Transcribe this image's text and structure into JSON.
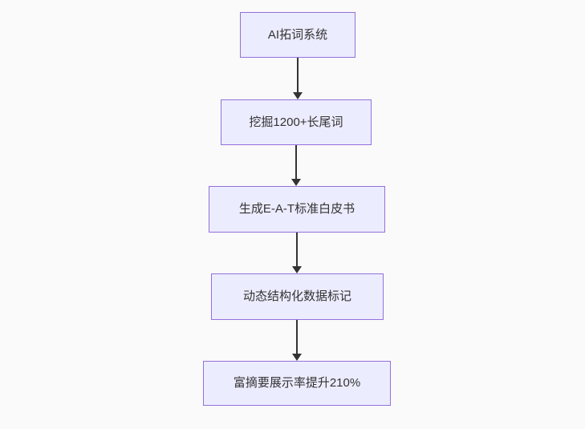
{
  "diagram": {
    "type": "flowchart",
    "direction": "top-down",
    "nodes": [
      {
        "id": "n1",
        "label": "AI拓词系统"
      },
      {
        "id": "n2",
        "label": "挖掘1200+长尾词"
      },
      {
        "id": "n3",
        "label": "生成E-A-T标准白皮书"
      },
      {
        "id": "n4",
        "label": "动态结构化数据标记"
      },
      {
        "id": "n5",
        "label": "富摘要展示率提升210%"
      }
    ],
    "edges": [
      {
        "from": "n1",
        "to": "n2"
      },
      {
        "from": "n2",
        "to": "n3"
      },
      {
        "from": "n3",
        "to": "n4"
      },
      {
        "from": "n4",
        "to": "n5"
      }
    ],
    "colors": {
      "background": "#fafafa",
      "node_fill": "#ececff",
      "node_border": "#9370db",
      "arrow": "#333333",
      "text": "#333333"
    }
  }
}
